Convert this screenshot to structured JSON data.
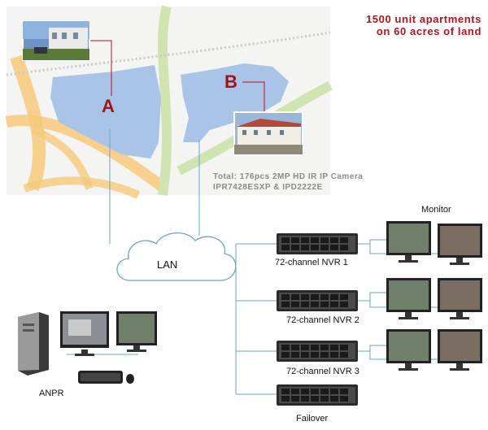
{
  "headline": {
    "line1": "1500 unit apartments",
    "line2": "on 60 acres of land"
  },
  "zones": {
    "a_label": "A",
    "b_label": "B"
  },
  "camera_info": {
    "line1": "Total: 176pcs 2MP HD IR IP Camera",
    "line2": "IPR7428ESXP & IPD2222E"
  },
  "network": {
    "lan_label": "LAN",
    "monitor_label": "Monitor",
    "nvrs": [
      {
        "label": "72-channel NVR 1"
      },
      {
        "label": "72-channel NVR 2"
      },
      {
        "label": "72-channel NVR 3"
      }
    ],
    "failover_label": "Failover",
    "anpr_label": "ANPR"
  },
  "colors": {
    "zone_fill": "#a9c4e6",
    "road_yellow": "#f6c97a",
    "road_green": "#cfe4b0",
    "accent_red": "#b5121b",
    "link_blue": "#6aa5cf"
  }
}
